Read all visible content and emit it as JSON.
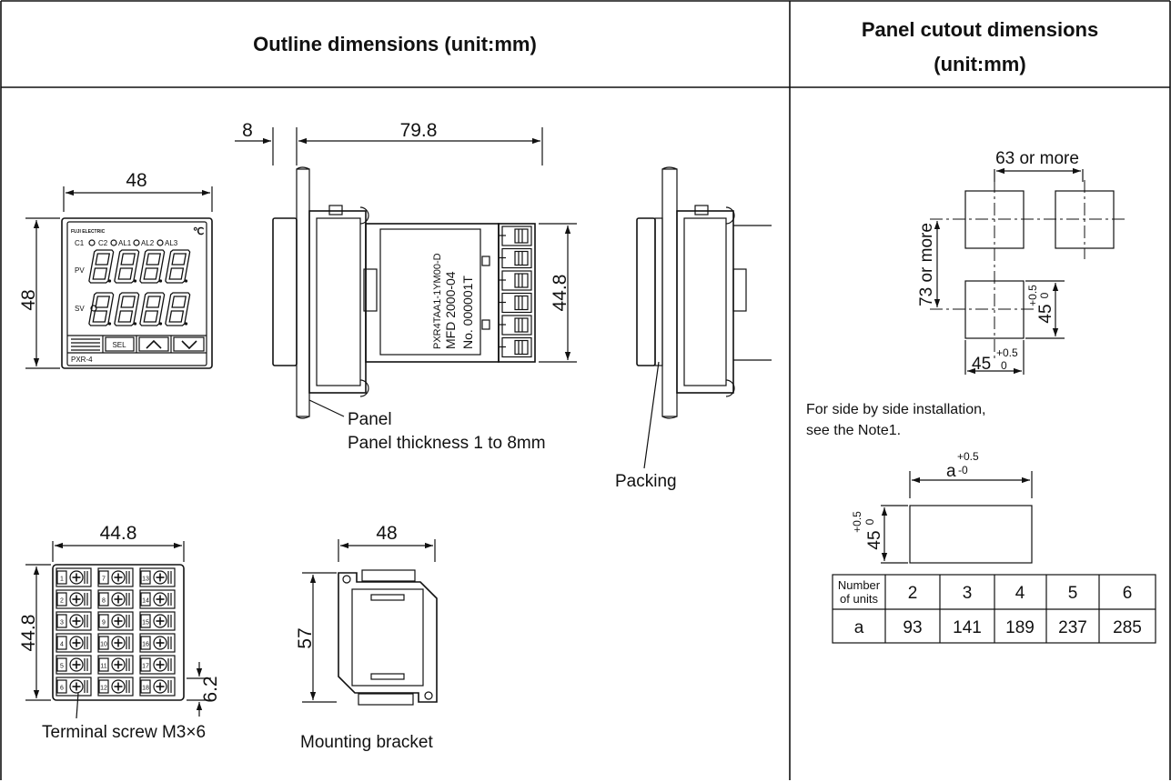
{
  "headers": {
    "outline": "Outline dimensions (unit:mm)",
    "cutout_line1": "Panel cutout dimensions",
    "cutout_line2": "(unit:mm)"
  },
  "front": {
    "width": "48",
    "height": "48",
    "pv": "PV",
    "sv": "SV",
    "unit": "℃",
    "sel": "SEL",
    "model": "PXR-4",
    "indicators": [
      "C1",
      "C2",
      "AL1",
      "AL2",
      "AL3"
    ],
    "brand": "FUJI ELECTRIC"
  },
  "side": {
    "dim_8": "8",
    "dim_798": "79.8",
    "dim_448": "44.8",
    "label_line1": "PXR4TAA1-1YM00-D",
    "label_line2": "MFD  2000-04",
    "label_line3": "No.  000001T",
    "panel": "Panel",
    "panel_thickness": "Panel thickness 1 to 8mm",
    "packing": "Packing"
  },
  "terminal": {
    "width": "44.8",
    "height": "44.8",
    "pitch": "6.2",
    "caption": "Terminal screw M3×6",
    "numbers": [
      "1",
      "2",
      "3",
      "4",
      "5",
      "6",
      "7",
      "8",
      "9",
      "10",
      "11",
      "12",
      "13",
      "14",
      "15",
      "16",
      "17",
      "18"
    ]
  },
  "bracket": {
    "width": "48",
    "height": "57",
    "caption": "Mounting bracket"
  },
  "cutout": {
    "h_spacing": "63 or more",
    "v_spacing": "73 or more",
    "size": "45",
    "tol_plus": "+0.5",
    "tol_zero": "0",
    "note_line1": "For side by side installation,",
    "note_line2": "see the Note1.",
    "a_label": "a",
    "a_tol_plus": "+0.5",
    "a_tol_minus": "-0"
  },
  "table": {
    "row_header": [
      "Number",
      "of units"
    ],
    "row1": [
      "2",
      "3",
      "4",
      "5",
      "6"
    ],
    "row2_label": "a",
    "row2": [
      "93",
      "141",
      "189",
      "237",
      "285"
    ]
  }
}
